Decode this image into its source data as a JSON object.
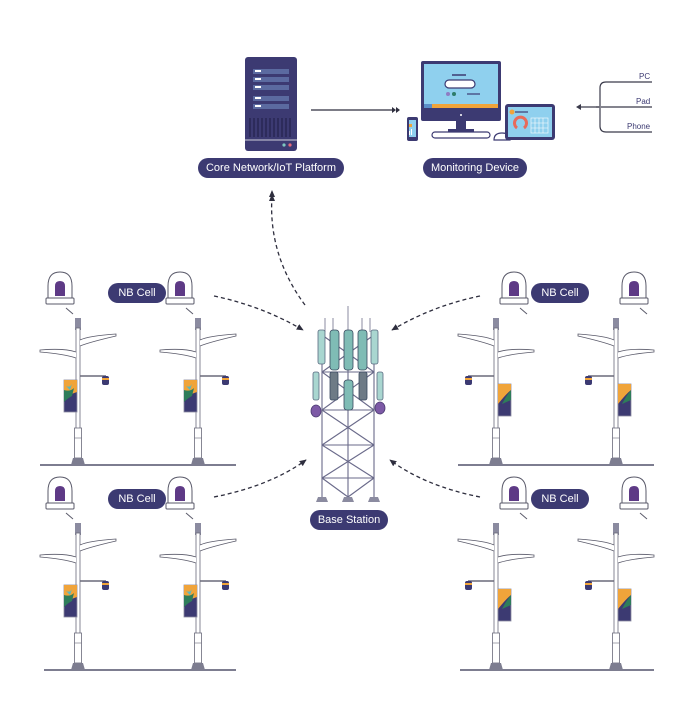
{
  "diagram": {
    "nodes": {
      "core_network": {
        "label": "Core Network/IoT Platform",
        "icon": "server-icon"
      },
      "monitoring": {
        "label": "Monitoring Device",
        "icon": "computer-icon"
      },
      "base_station": {
        "label": "Base Station",
        "icon": "cell-tower-icon"
      },
      "nb_cells": [
        {
          "label": "NB Cell",
          "position": "top-left"
        },
        {
          "label": "NB Cell",
          "position": "top-right"
        },
        {
          "label": "NB Cell",
          "position": "bottom-left"
        },
        {
          "label": "NB Cell",
          "position": "bottom-right"
        }
      ]
    },
    "endpoints": [
      "PC",
      "Pad",
      "Phone"
    ],
    "edges": [
      {
        "from": "NB Cell (top-left)",
        "to": "Base Station",
        "style": "dashed"
      },
      {
        "from": "NB Cell (top-right)",
        "to": "Base Station",
        "style": "dashed"
      },
      {
        "from": "NB Cell (bottom-left)",
        "to": "Base Station",
        "style": "dashed"
      },
      {
        "from": "NB Cell (bottom-right)",
        "to": "Base Station",
        "style": "dashed"
      },
      {
        "from": "Base Station",
        "to": "Core Network/IoT Platform",
        "style": "dashed"
      },
      {
        "from": "Core Network/IoT Platform",
        "to": "Monitoring Device",
        "style": "solid"
      },
      {
        "from": "PC / Pad / Phone",
        "to": "Monitoring Device",
        "style": "solid"
      }
    ],
    "colors": {
      "primary": "#3c3a72",
      "teal": "#8ec9c4",
      "purple": "#6b4f9e",
      "screen_blue": "#8fd0ee",
      "orange": "#f0a43a",
      "coral": "#e86a5a",
      "line": "#3a3a4a"
    }
  }
}
